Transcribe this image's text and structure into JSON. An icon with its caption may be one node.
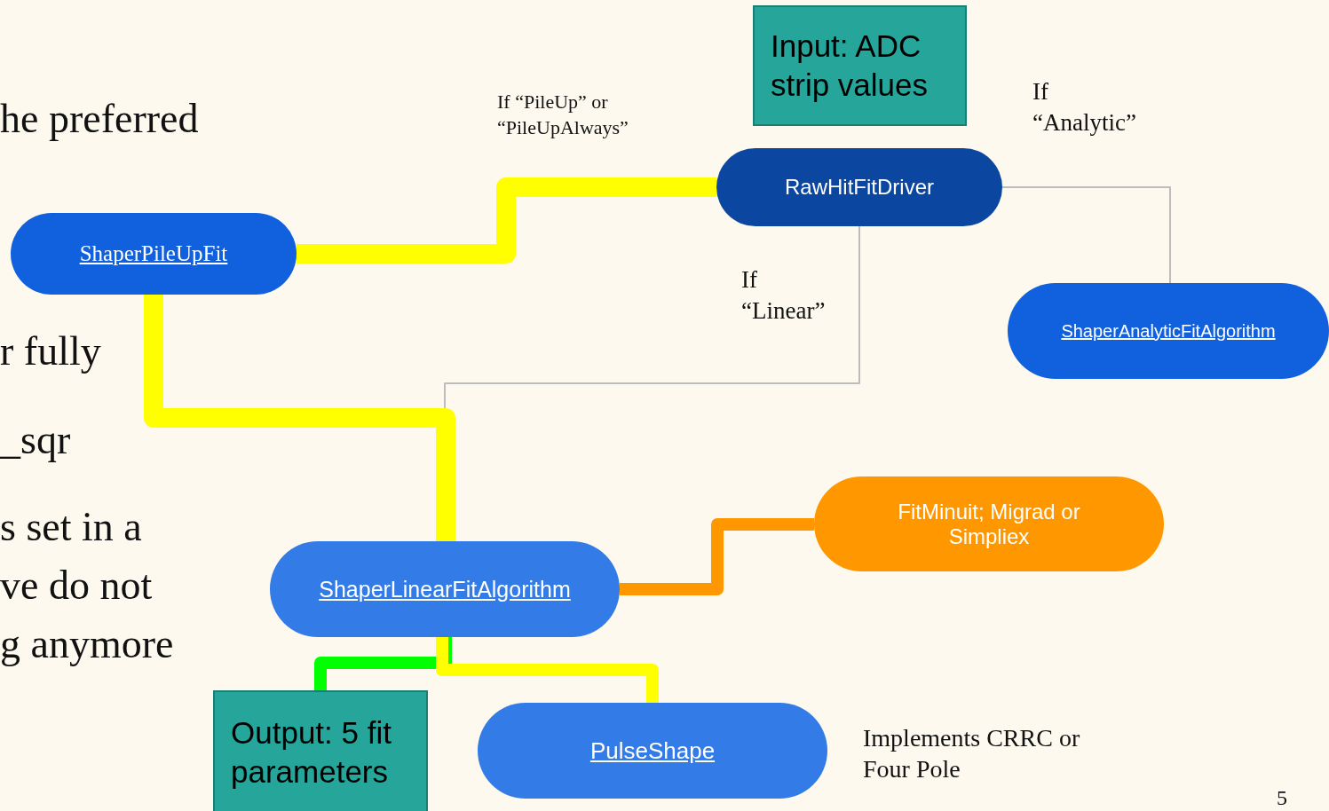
{
  "diagram": {
    "nodes": [
      {
        "text": [
          "Input: ADC strip values"
        ]
      },
      {
        "text": [
          "RawHitFitDriver"
        ]
      },
      {
        "text": [
          "ShaperPileUpFit"
        ]
      },
      {
        "text": [
          "ShaperAnalyticFitAlgorithm"
        ]
      },
      {
        "text": [
          "ShaperLinearFitAlgorithm"
        ]
      },
      {
        "text": [
          "FitMinuit; Migrad or Simpliex"
        ]
      },
      {
        "text": [
          "Output: 5 fit parameters"
        ]
      },
      {
        "text": [
          "PulseShape"
        ],
        "beside": [
          "Implements CRRC or Four Pole"
        ]
      }
    ],
    "edges": [
      {
        "from": 1,
        "to": 2,
        "arrow": "none"
      },
      {
        "from": 1,
        "to": 3,
        "arrow": "none",
        "color": "#bdbdbd"
      },
      {
        "from": 1,
        "to": 4,
        "arrow": "none",
        "color": "#bdbdbd"
      },
      {
        "from": 2,
        "to": 4,
        "arrow": "none"
      },
      {
        "from": 4,
        "to": 5,
        "arrow": "none",
        "color": "#ff9800"
      },
      {
        "from": 4,
        "to": 6,
        "arrow": "none",
        "color": "#00ff00"
      },
      {
        "from": 4,
        "to": 7,
        "arrow": "none"
      }
    ],
    "labels": [
      "he preferred",
      "If “PileUp” or “PileUpAlways”",
      "If “Analytic”",
      "If “Linear”",
      "r fully",
      "_sqr",
      "s set in a",
      "ve do not",
      "g anymore",
      "5"
    ]
  }
}
